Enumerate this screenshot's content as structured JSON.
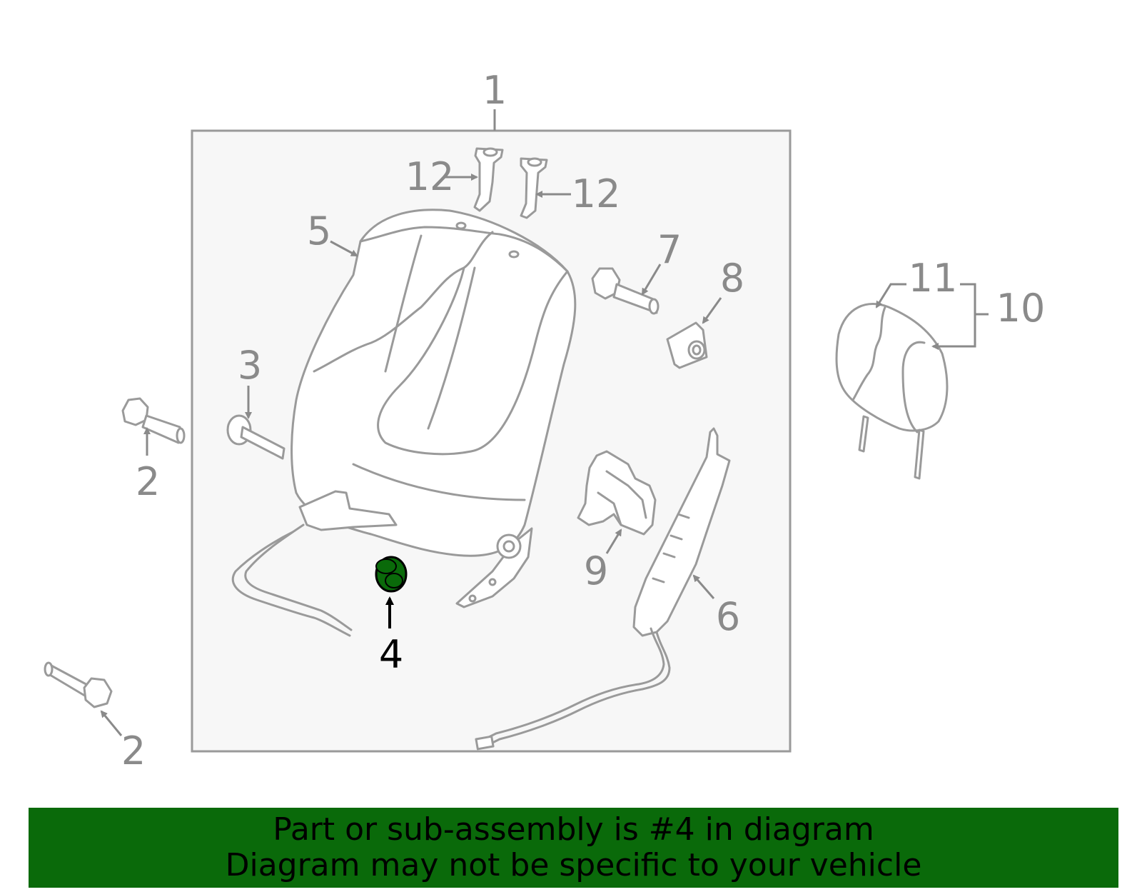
{
  "banner": {
    "line1": "Part or sub-assembly is #4 in diagram",
    "line2": "Diagram may not be specific to your vehicle"
  },
  "callouts": {
    "c1": "1",
    "c2a": "2",
    "c2b": "2",
    "c3": "3",
    "c4": "4",
    "c5": "5",
    "c6": "6",
    "c7": "7",
    "c8": "8",
    "c9": "9",
    "c10": "10",
    "c11": "11",
    "c12a": "12",
    "c12b": "12"
  },
  "highlight": {
    "part": "4",
    "color": "#0a6a0a"
  },
  "colors": {
    "banner": "#0a6a0a",
    "frame": "#9a9a9a",
    "frame_fill": "#f7f7f7",
    "callout": "#8a8a8a"
  }
}
